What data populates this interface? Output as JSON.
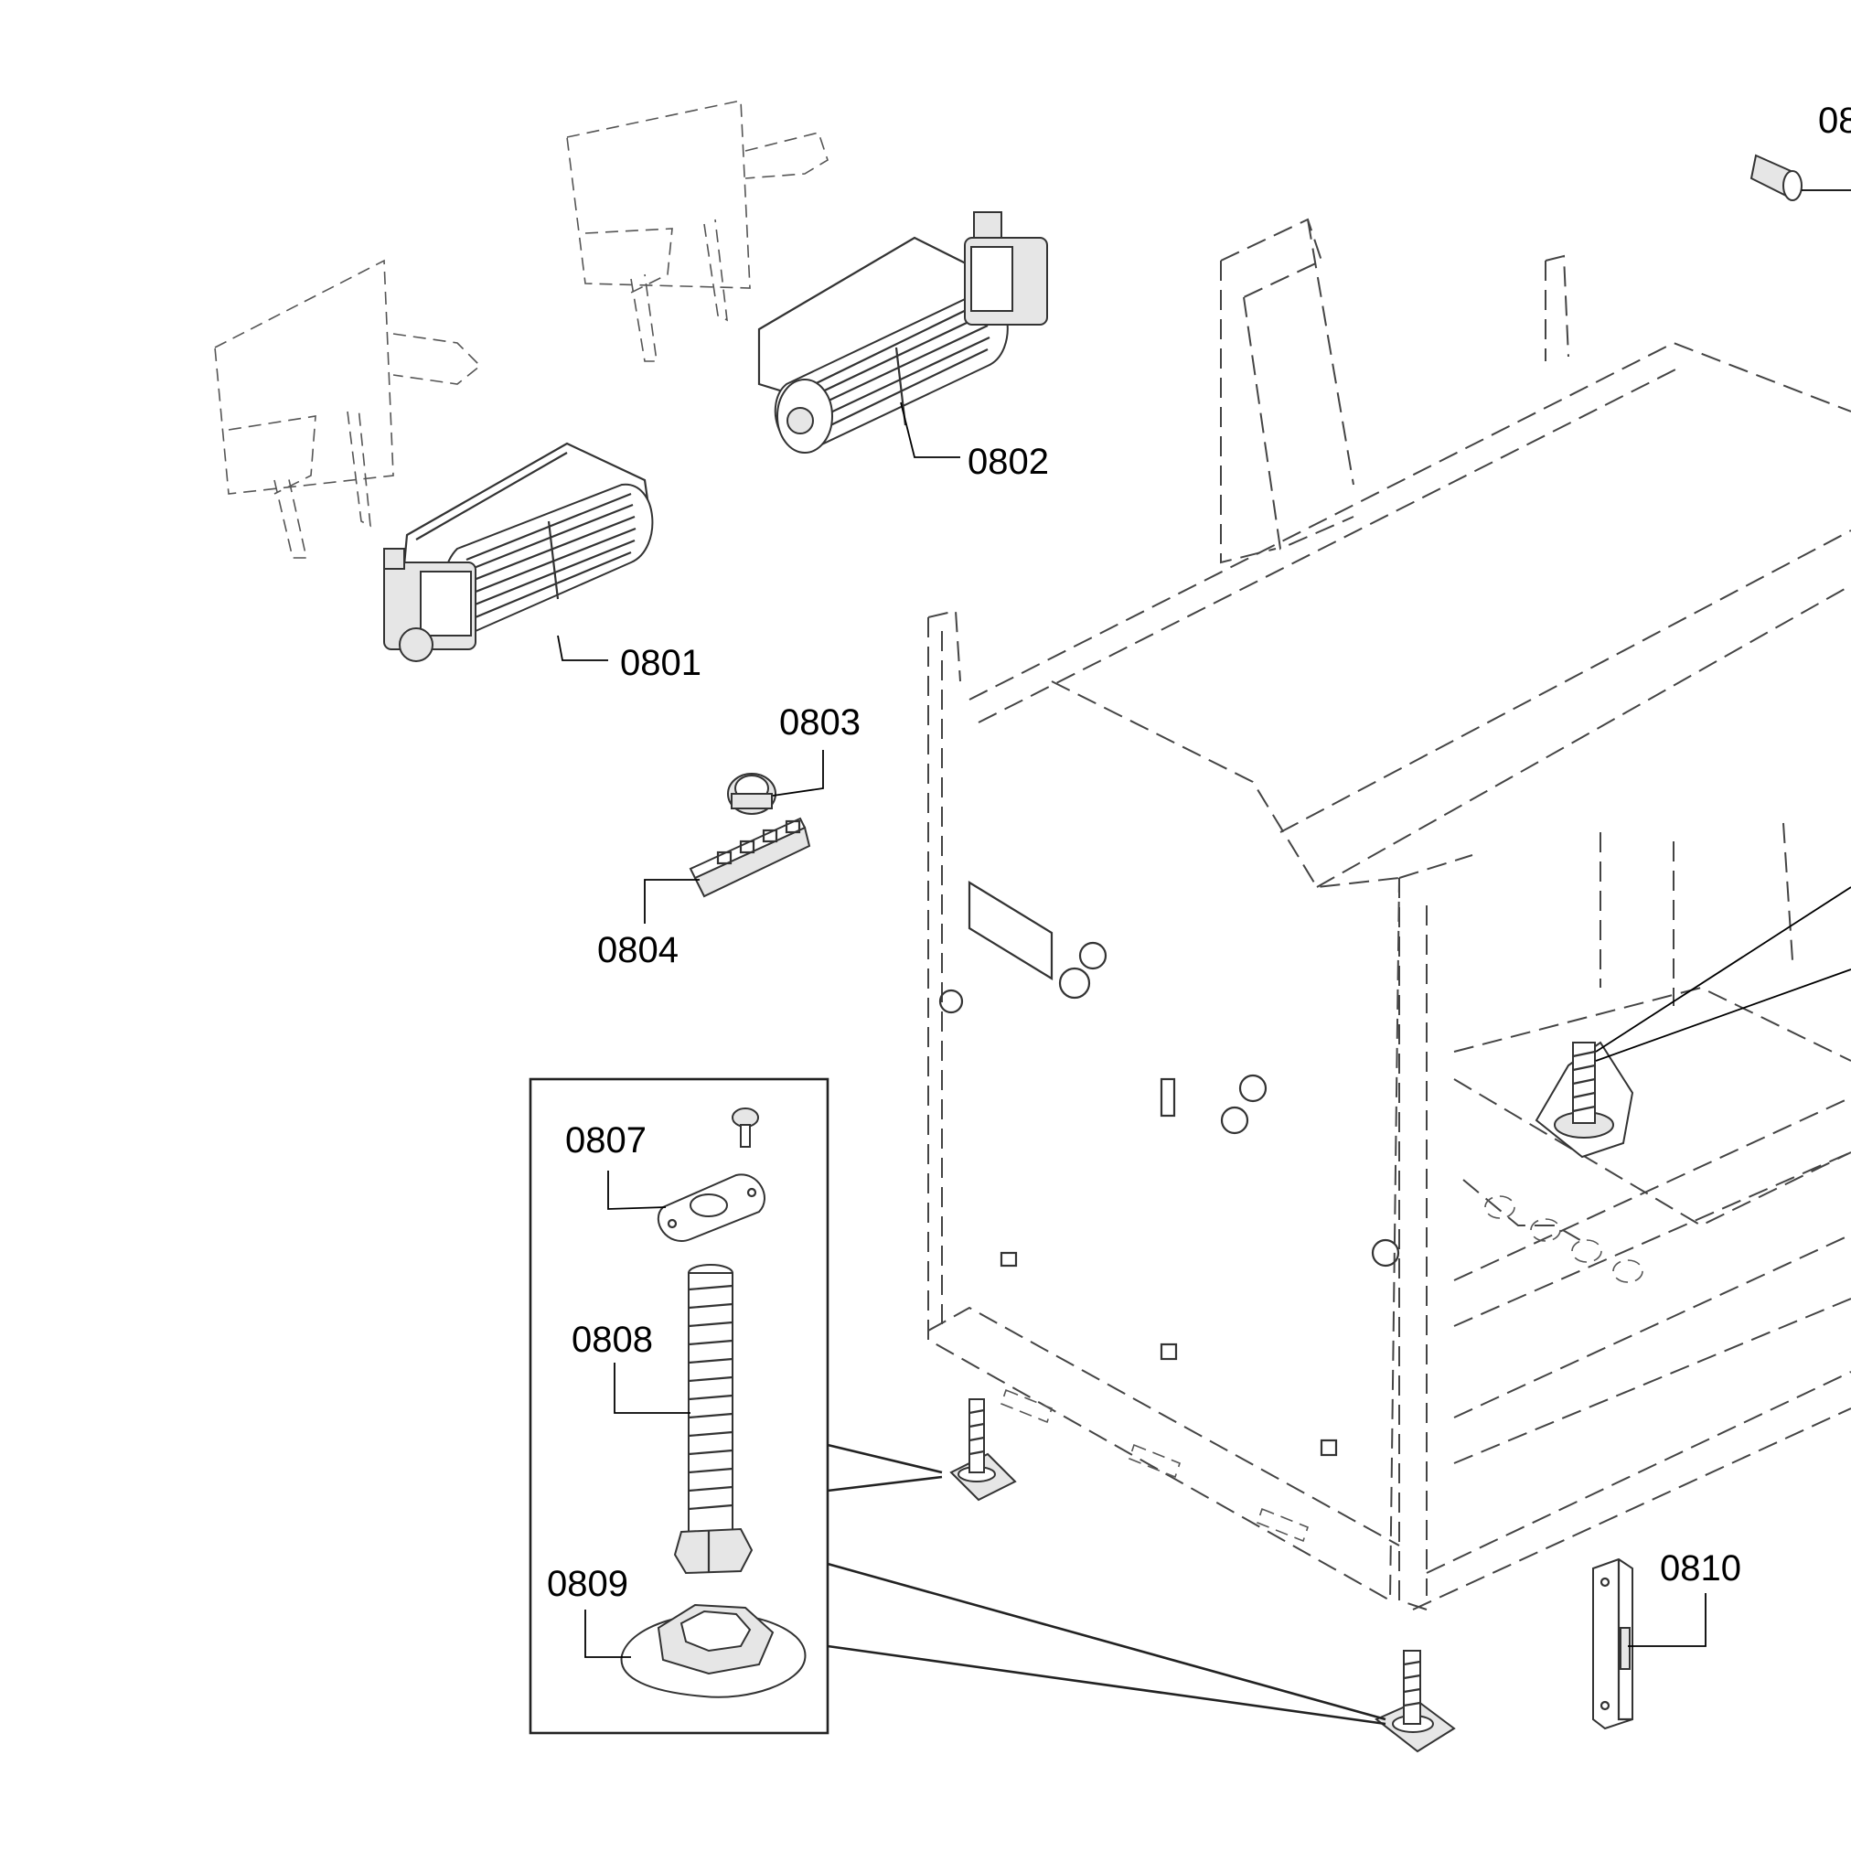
{
  "labels": {
    "p0801": "0801",
    "p0802": "0802",
    "p0803": "0803",
    "p0804": "0804",
    "p0807": "0807",
    "p0808": "0808",
    "p0809": "0809",
    "p0810": "0810",
    "p08_partial": "08"
  },
  "icons": {
    "fan_left": "tangential-fan-icon",
    "fan_right": "tangential-fan-icon",
    "thermostat": "thermostat-icon",
    "terminal_block": "terminal-block-icon",
    "screw": "screw-icon",
    "plate": "mounting-plate-icon",
    "leveling_foot": "leveling-foot-icon",
    "foot_base": "foot-base-icon",
    "door_switch": "door-switch-icon",
    "lamp_socket": "lamp-socket-icon"
  }
}
